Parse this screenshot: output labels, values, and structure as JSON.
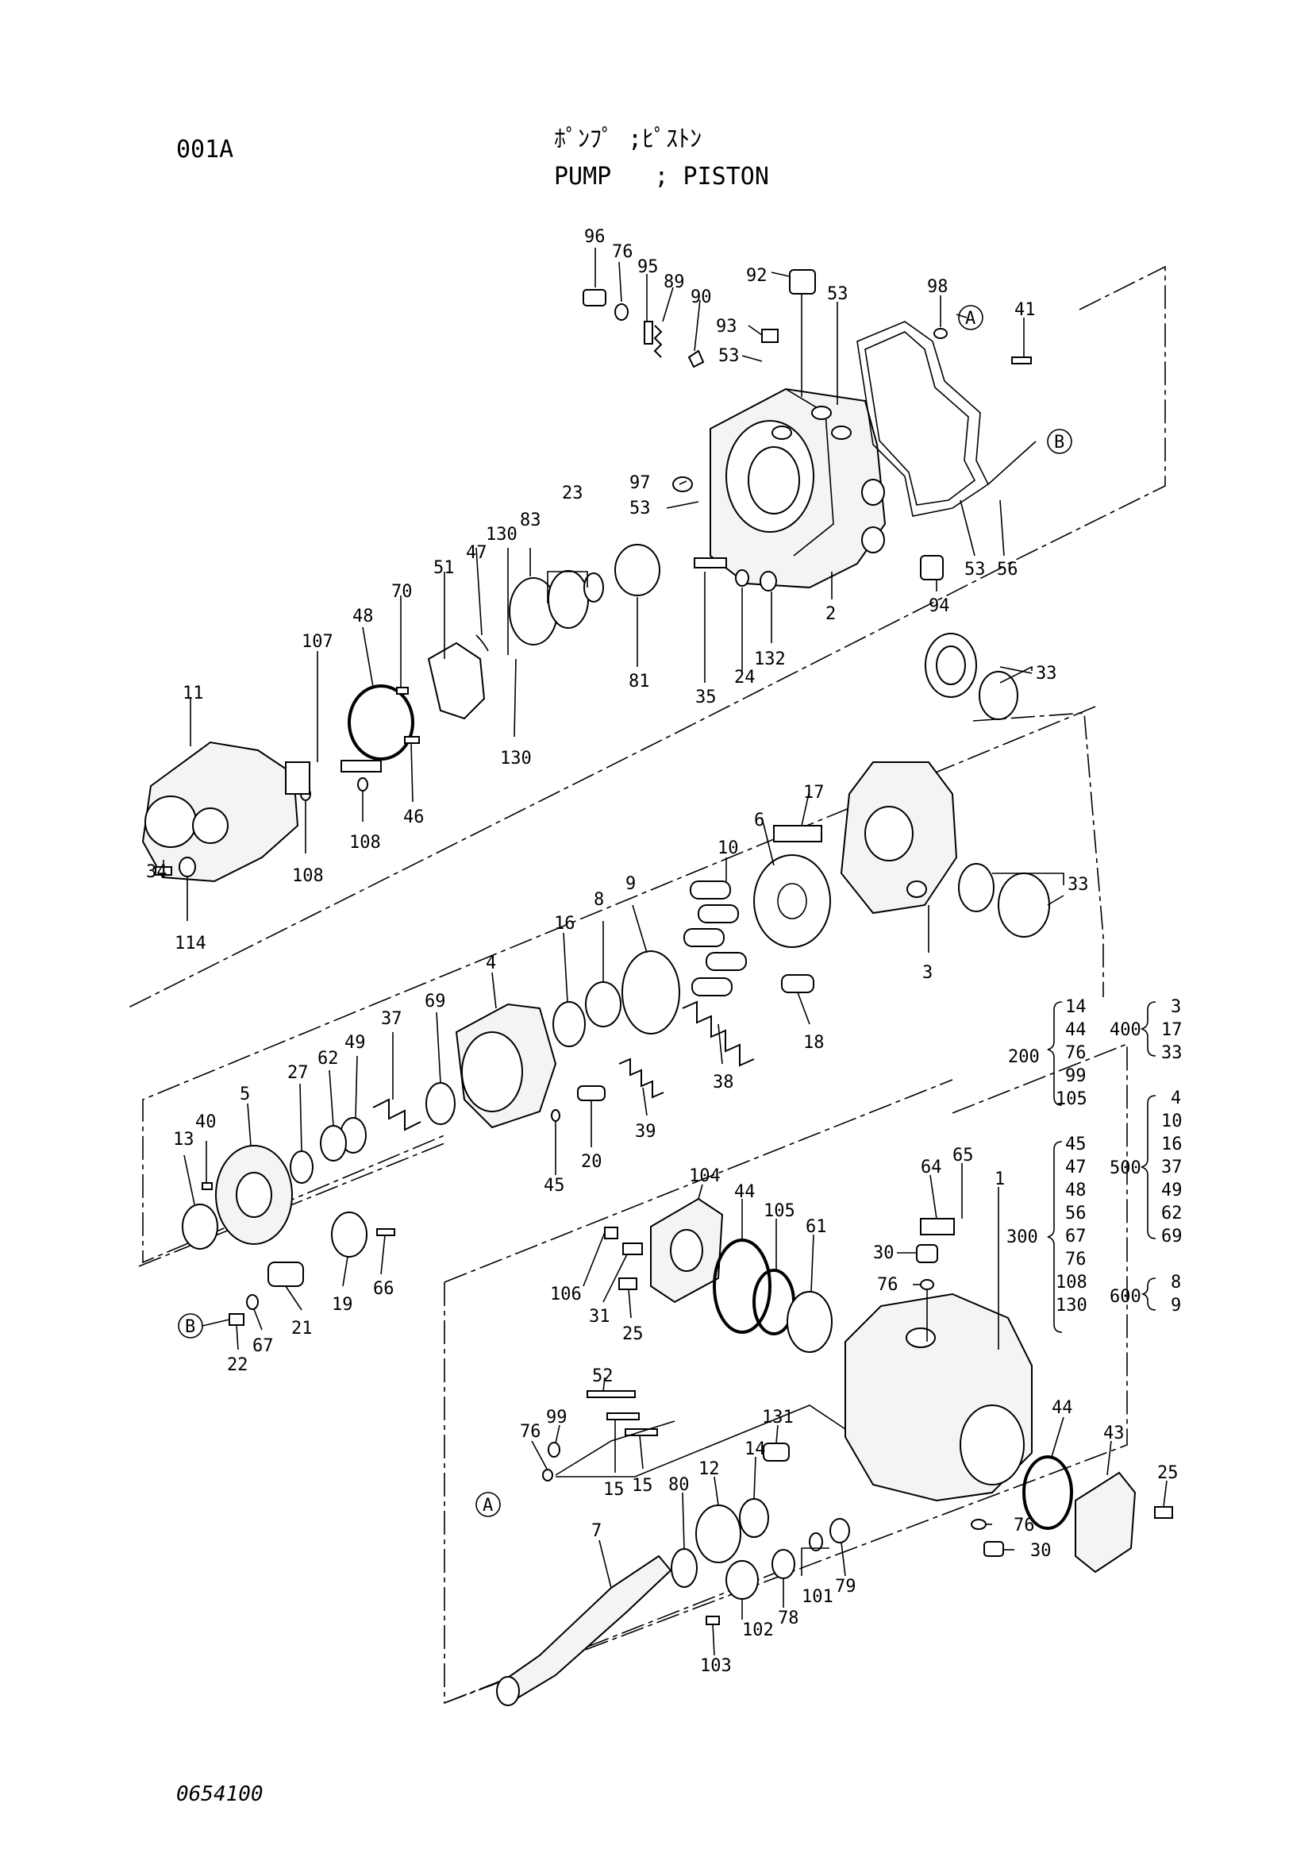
{
  "header": {
    "page_code": "001A",
    "title_jp": "ﾎﾟﾝﾌﾟ ;ﾋﾟｽﾄﾝ",
    "title_en": "PUMP   ; PISTON"
  },
  "footer": {
    "drawing_number": "0654100"
  },
  "callouts": {
    "c96": "96",
    "c76a": "76",
    "c95": "95",
    "c89": "89",
    "c90": "90",
    "c92": "92",
    "c53a": "53",
    "c98": "98",
    "c41": "41",
    "cA1": "A",
    "c93": "93",
    "c53b": "53",
    "cB1": "B",
    "c97": "97",
    "c53c": "53",
    "c53d": "53",
    "c56": "56",
    "c94": "94",
    "c2": "2",
    "c132": "132",
    "c24": "24",
    "c35": "35",
    "c81": "81",
    "c23": "23",
    "c130a": "130",
    "c83": "83",
    "c47": "47",
    "c51": "51",
    "c70": "70",
    "c48": "48",
    "c107": "107",
    "c11": "11",
    "c46": "46",
    "c130b": "130",
    "c108a": "108",
    "c108b": "108",
    "c34": "34",
    "c114": "114",
    "c33a": "33",
    "c17": "17",
    "c6": "6",
    "c10": "10",
    "c33b": "33",
    "c16": "16",
    "c8": "8",
    "c9": "9",
    "c4": "4",
    "c3": "3",
    "c18": "18",
    "c69": "69",
    "c37": "37",
    "c49": "49",
    "c62": "62",
    "c27": "27",
    "c5": "5",
    "c40": "40",
    "c13": "13",
    "c38": "38",
    "c39": "39",
    "c20": "20",
    "c45": "45",
    "c19": "19",
    "c66": "66",
    "c21": "21",
    "c67": "67",
    "c22": "22",
    "cB2": "B",
    "c104": "104",
    "c44a": "44",
    "c105": "105",
    "c61": "61",
    "c64": "64",
    "c65": "65",
    "c30a": "30",
    "c76b": "76",
    "c1": "1",
    "c106": "106",
    "c31": "31",
    "c25a": "25",
    "c52": "52",
    "c76c": "76",
    "c99": "99",
    "c131": "131",
    "c14": "14",
    "c12": "12",
    "c80": "80",
    "c15a": "15",
    "c15b": "15",
    "cA2": "A",
    "c7": "7",
    "c44b": "44",
    "c43": "43",
    "c25b": "25",
    "c76d": "76",
    "c30b": "30",
    "c79": "79",
    "c101": "101",
    "c78": "78",
    "c102": "102",
    "c103": "103"
  },
  "kits": [
    {
      "kit": "200",
      "parts": [
        "14",
        "44",
        "76",
        "99",
        "105"
      ]
    },
    {
      "kit": "400",
      "parts": [
        "3",
        "17",
        "33"
      ]
    },
    {
      "kit": "300",
      "parts": [
        "45",
        "47",
        "48",
        "56",
        "67",
        "76",
        "108",
        "130"
      ]
    },
    {
      "kit": "500",
      "parts": [
        "4",
        "10",
        "16",
        "37",
        "49",
        "62",
        "69"
      ]
    },
    {
      "kit": "600",
      "parts": [
        "8",
        "9"
      ]
    }
  ]
}
